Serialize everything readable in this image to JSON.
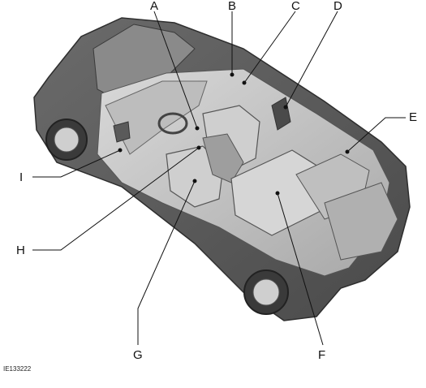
{
  "diagram": {
    "image_ref": "IE133222",
    "callouts": [
      {
        "id": "A",
        "label": "A"
      },
      {
        "id": "B",
        "label": "B"
      },
      {
        "id": "C",
        "label": "C"
      },
      {
        "id": "D",
        "label": "D"
      },
      {
        "id": "E",
        "label": "E"
      },
      {
        "id": "F",
        "label": "F"
      },
      {
        "id": "G",
        "label": "G"
      },
      {
        "id": "H",
        "label": "H"
      },
      {
        "id": "I",
        "label": "I"
      }
    ]
  }
}
